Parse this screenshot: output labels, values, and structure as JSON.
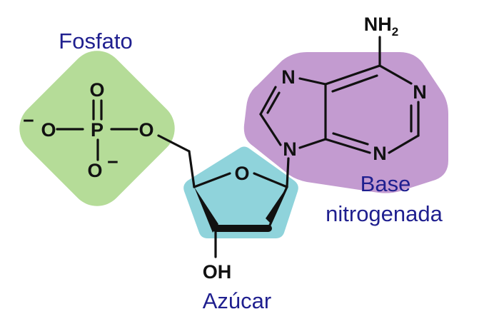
{
  "labels": {
    "phosphate": "Fosfato",
    "sugar": "Azúcar",
    "base_line1": "Base",
    "base_line2": "nitrogenada"
  },
  "atoms": {
    "o": "O",
    "p": "P",
    "n": "N",
    "nh": "NH",
    "nh_sub": "2",
    "oh": "OH",
    "minus": "−"
  },
  "colors": {
    "phosphate_region": "#b5dc98",
    "sugar_region": "#8fd3db",
    "base_region": "#c39bd0",
    "label_text": "#1f1f8f",
    "atom_text": "#111111"
  }
}
